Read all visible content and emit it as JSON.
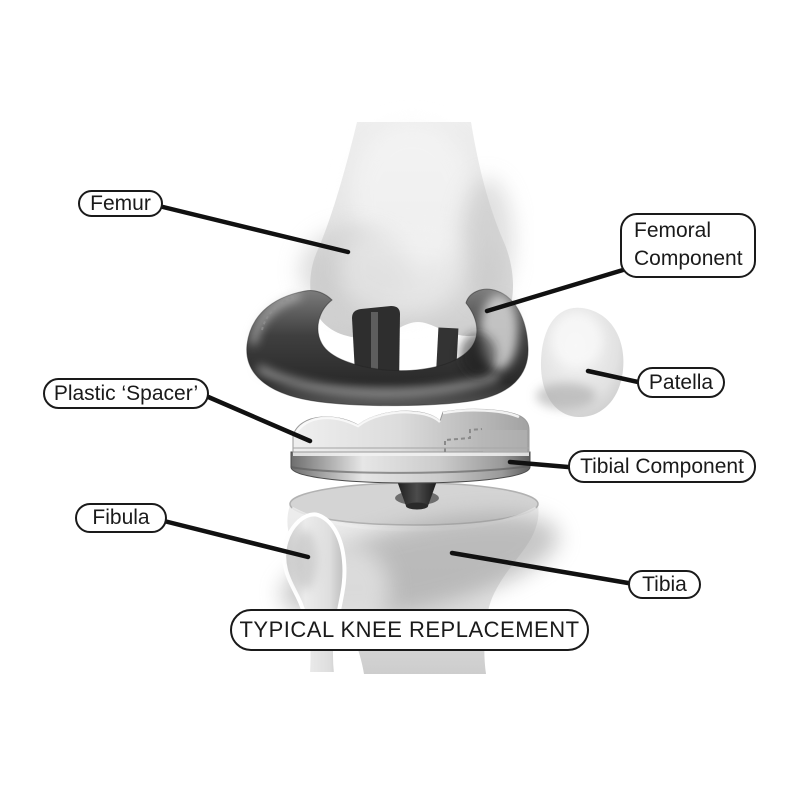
{
  "title": "TYPICAL KNEE REPLACEMENT",
  "labels": {
    "femur": "Femur",
    "femoral_component": "Femoral Component",
    "patella": "Patella",
    "plastic_spacer": "Plastic ‘Spacer’",
    "tibial_component": "Tibial Component",
    "fibula": "Fibula",
    "tibia": "Tibia"
  },
  "colors": {
    "background": "#ffffff",
    "label_border": "#1a1a1a",
    "label_background": "#ffffff",
    "label_text": "#1a1a1a",
    "leader_line": "#111111",
    "bone_light": "#f3f3f3",
    "bone_mid": "#d7d7d7",
    "bone_shadow": "#9b9b9b",
    "implant_metal_dark": "#2a2a2a",
    "implant_metal_mid": "#8a8a8a",
    "implant_metal_light": "#d8d8d8",
    "spacer_plastic": "#e9e9e9"
  }
}
